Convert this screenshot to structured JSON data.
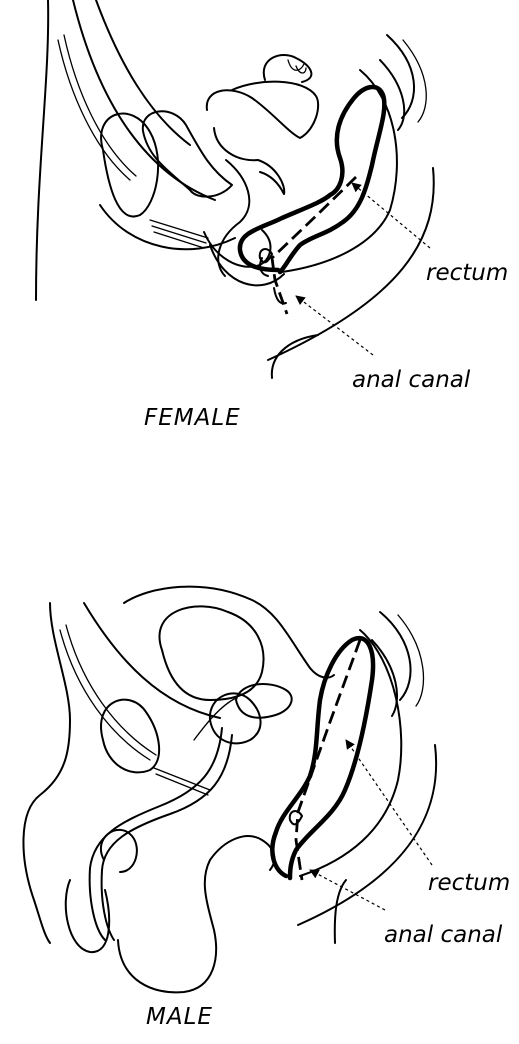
{
  "female": {
    "title": "FEMALE",
    "labels": {
      "rectum": "rectum",
      "anal_canal": "anal canal"
    }
  },
  "male": {
    "title": "MALE",
    "labels": {
      "rectum": "rectum",
      "anal_canal": "anal canal"
    }
  },
  "colors": {
    "ink": "#000000",
    "background": "#ffffff"
  }
}
